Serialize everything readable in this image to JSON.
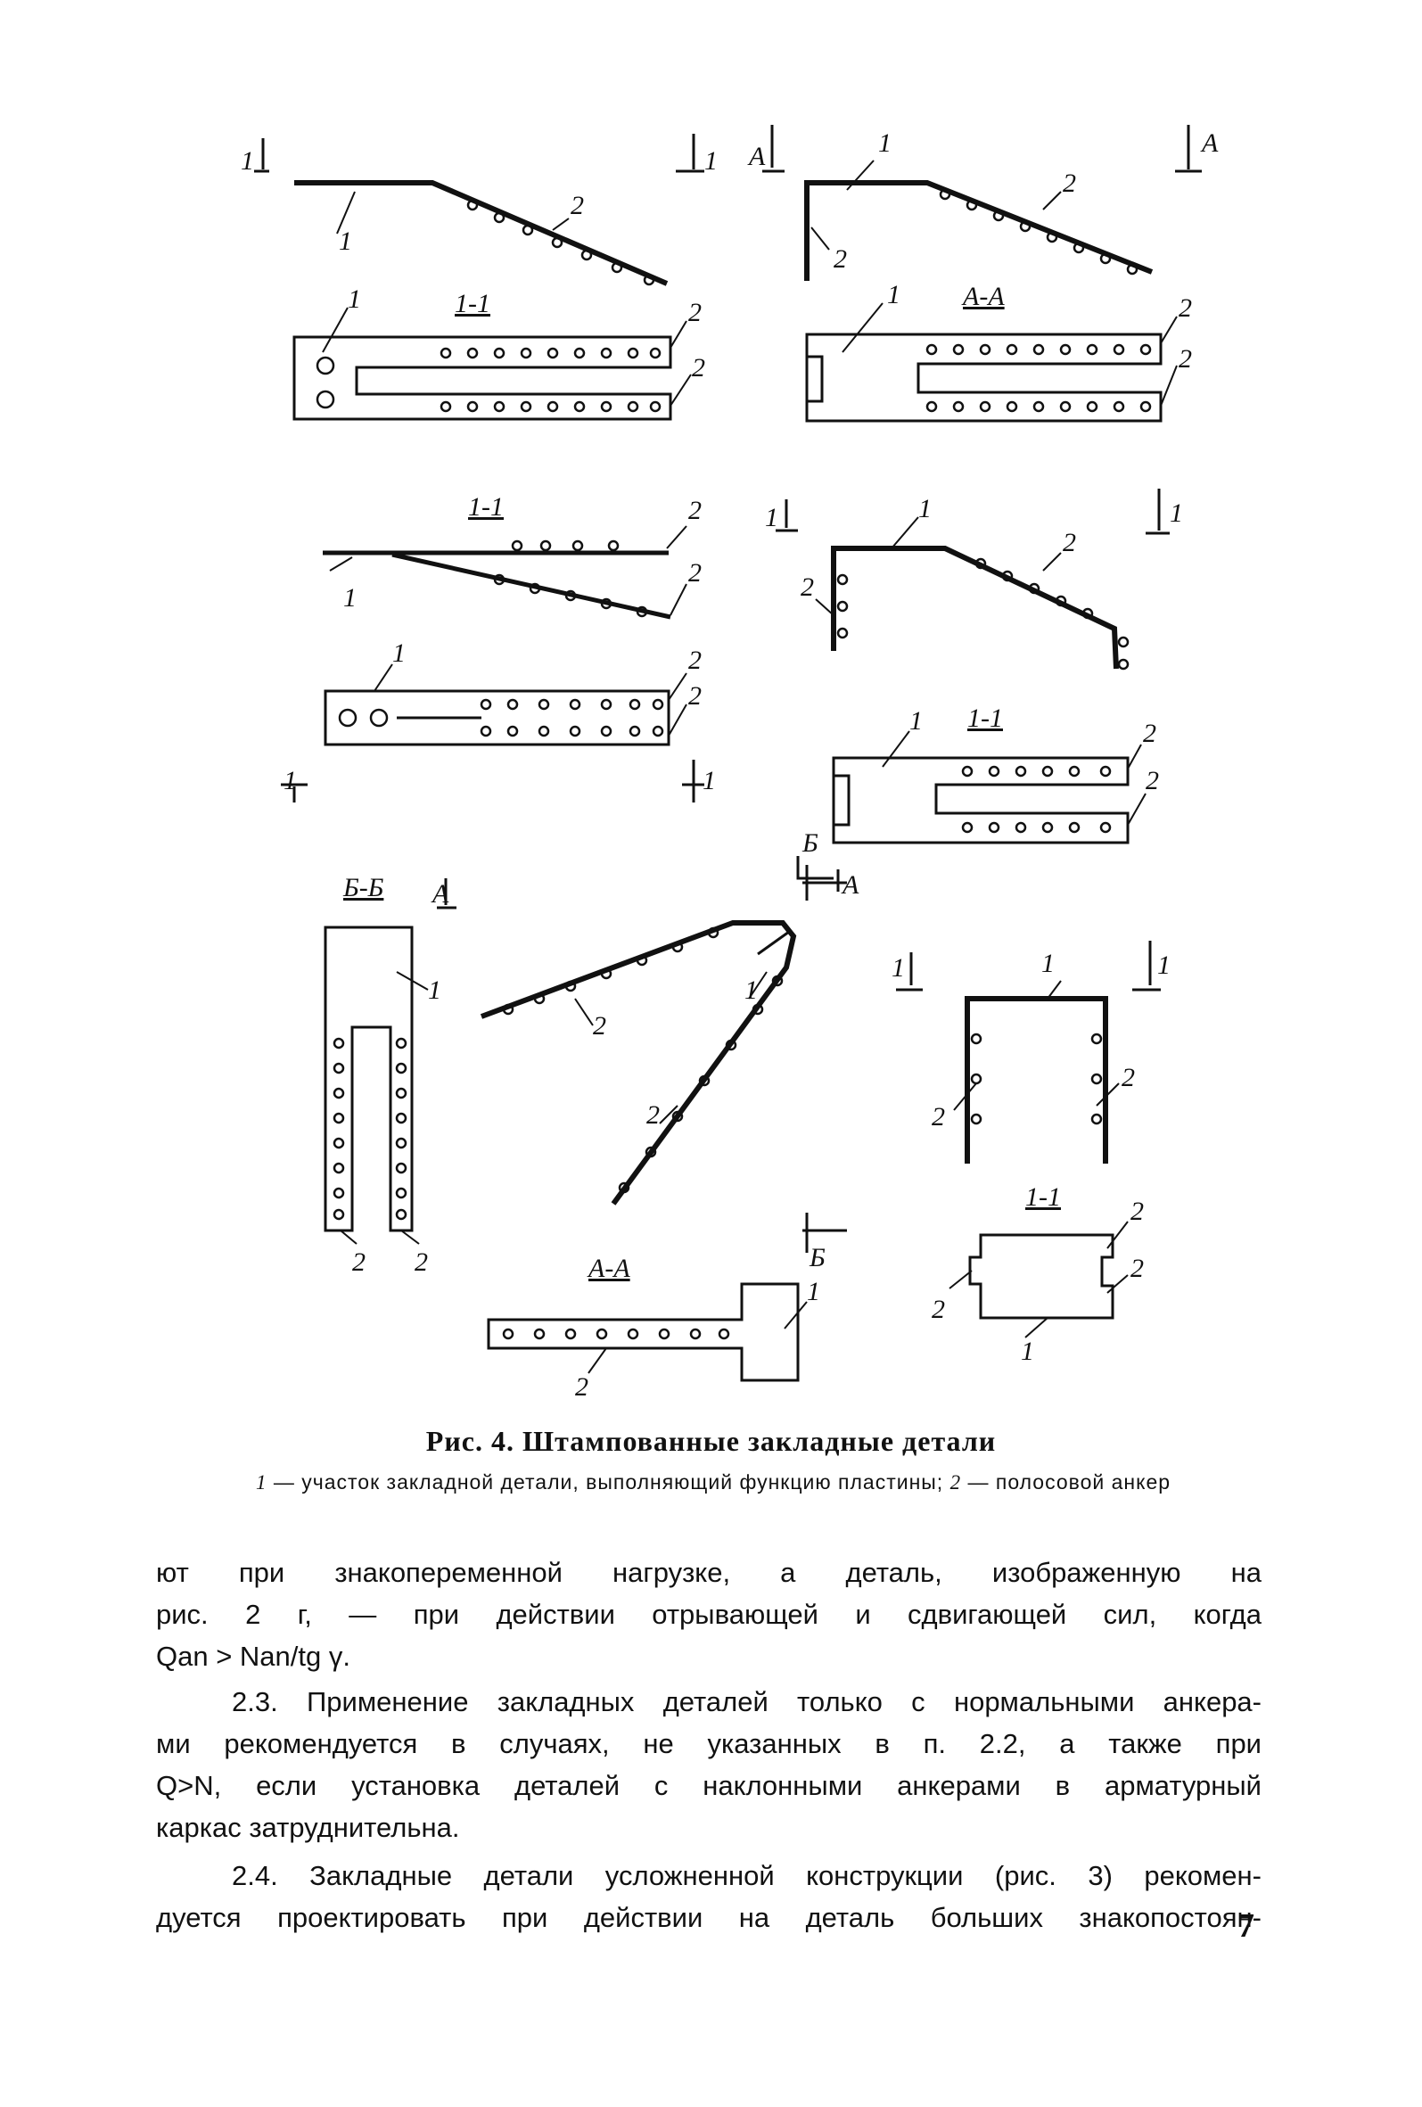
{
  "figure": {
    "labels": {
      "one": "1",
      "two": "2",
      "A": "А",
      "B": "Б",
      "sec_1_1": "1-1",
      "sec_A_A": "А-А",
      "sec_B_B": "Б-Б"
    }
  },
  "caption": {
    "title": "Рис. 4. Штампованные закладные детали",
    "legend_num1": "1",
    "legend_text1": " — участок закладной детали, выполняющий функцию пластины; ",
    "legend_num2": "2",
    "legend_text2": " — полосовой анкер"
  },
  "body": {
    "para1_line1": "ют при знакопеременной нагрузке, а деталь, изображенную на",
    "para1_line2": "рис. 2 г, — при действии отрывающей и сдвигающей сил, когда",
    "para1_line3": "Qan > Nan/tg γ.",
    "para2_line1": "2.3. Применение закладных деталей только с нормальными анкера-",
    "para2_line2": "ми рекомендуется в случаях, не указанных в п. 2.2, а также при",
    "para2_line3": "Q>N, если установка деталей с наклонными анкерами в арматурный",
    "para2_line4": "каркас затруднительна.",
    "para3_line1": "2.4. Закладные детали усложненной конструкции (рис. 3) рекомен-",
    "para3_line2": "дуется проектировать при действии на деталь больших знакопостоян-"
  },
  "page_number": "7"
}
